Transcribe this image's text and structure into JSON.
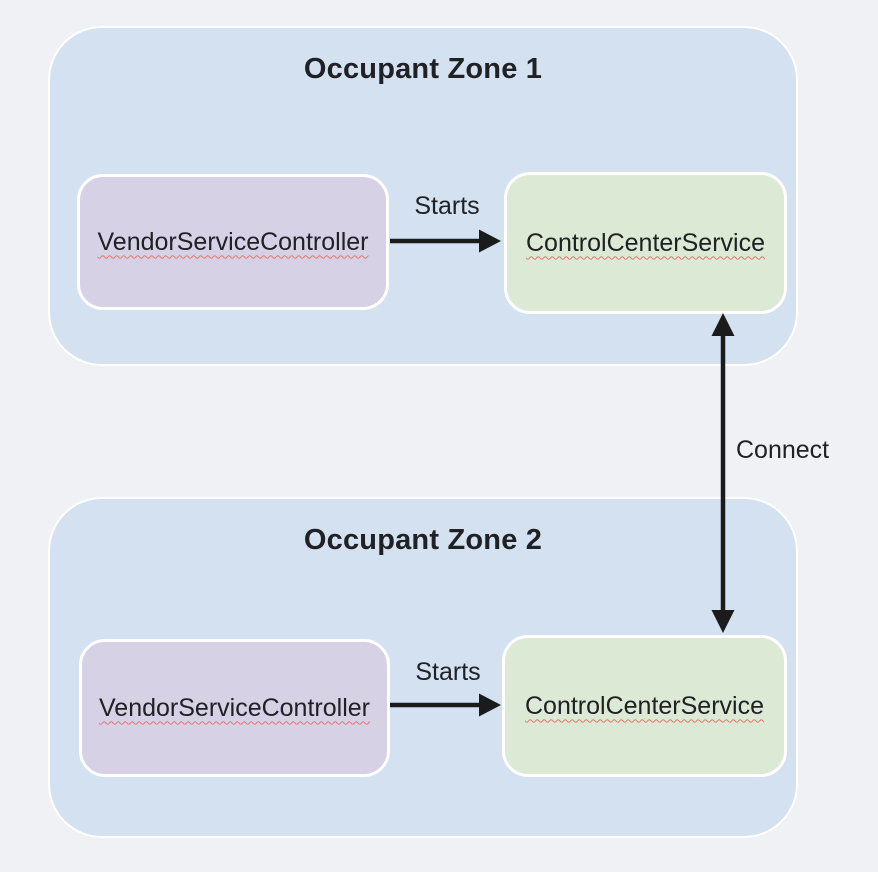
{
  "diagram": {
    "zones": [
      {
        "title": "Occupant Zone 1",
        "nodes": [
          {
            "id": "vendor-service-controller",
            "label": "VendorServiceController"
          },
          {
            "id": "control-center-service",
            "label": "ControlCenterService"
          }
        ],
        "edge": {
          "label": "Starts"
        }
      },
      {
        "title": "Occupant Zone 2",
        "nodes": [
          {
            "id": "vendor-service-controller",
            "label": "VendorServiceController"
          },
          {
            "id": "control-center-service",
            "label": "ControlCenterService"
          }
        ],
        "edge": {
          "label": "Starts"
        }
      }
    ],
    "connect_edge": {
      "label": "Connect"
    },
    "colors": {
      "page_background": "#eff1f4",
      "zone_fill": "#d4e1f1",
      "vendor_node_fill": "#d7d1e6",
      "control_node_fill": "#dbe9d5",
      "node_border": "#ffffff",
      "arrow": "#1b1b1b",
      "text": "#202124",
      "spellcheck_underline": "#e0786b"
    }
  }
}
